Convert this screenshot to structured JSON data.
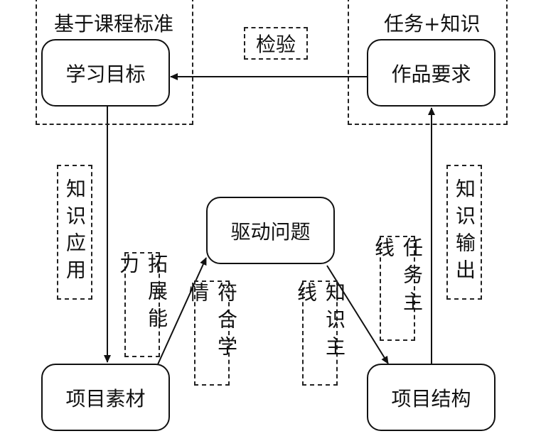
{
  "frames": {
    "left_title": "基于课程标准",
    "right_title": "任务+知识"
  },
  "nodes": {
    "learning_goal": "学习目标",
    "work_requirement": "作品要求",
    "driving_question": "驱动问题",
    "project_material": "项目素材",
    "project_structure": "项目结构"
  },
  "labels": {
    "check": "检验",
    "knowledge_application": "知识应用",
    "expand_ability": "拓展能力",
    "fit_learning_situation": "符合学情",
    "knowledge_mainline": "知识主线",
    "task_mainline": "任务主线",
    "knowledge_output": "知识输出"
  }
}
